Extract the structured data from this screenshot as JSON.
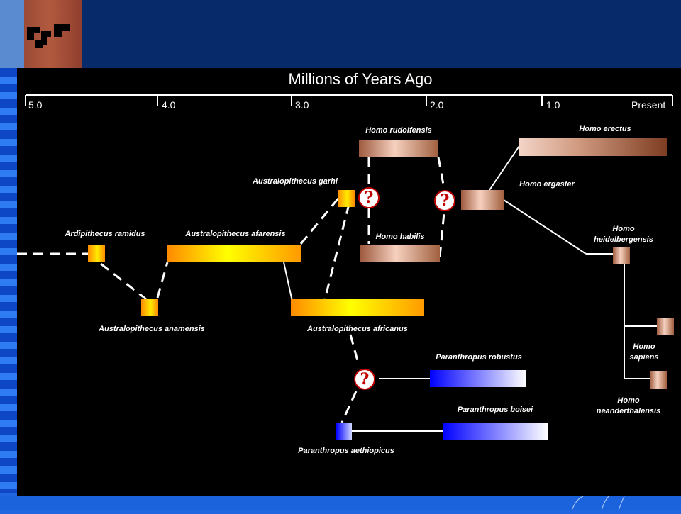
{
  "diagram": {
    "title": "Millions of Years Ago",
    "axis_ticks": [
      {
        "label": "5.0"
      },
      {
        "label": "4.0"
      },
      {
        "label": "3.0"
      },
      {
        "label": "2.0"
      },
      {
        "label": "1.0"
      },
      {
        "label": "Present"
      }
    ],
    "species": {
      "ardipithecus_ramidus": "Ardipithecus ramidus",
      "australopithecus_anamensis": "Australopithecus anamensis",
      "australopithecus_afarensis": "Australopithecus afarensis",
      "australopithecus_garhi": "Australopithecus garhi",
      "australopithecus_africanus": "Australopithecus africanus",
      "homo_rudolfensis": "Homo rudolfensis",
      "homo_habilis": "Homo habilis",
      "homo_erectus": "Homo erectus",
      "homo_ergaster": "Homo ergaster",
      "homo_heidelbergensis": "Homo heidelbergensis",
      "homo_sapiens": "Homo sapiens",
      "homo_neanderthalensis": "Homo neanderthalensis",
      "paranthropus_robustus": "Paranthropus robustus",
      "paranthropus_boisei": "Paranthropus boisei",
      "paranthropus_aethiopicus": "Paranthropus aethiopicus"
    },
    "question_mark": "?",
    "colors": {
      "background": "#000000",
      "slide_blue": "#1f66e0",
      "header_navy": "#062a6a",
      "question_red": "#c20000"
    }
  }
}
